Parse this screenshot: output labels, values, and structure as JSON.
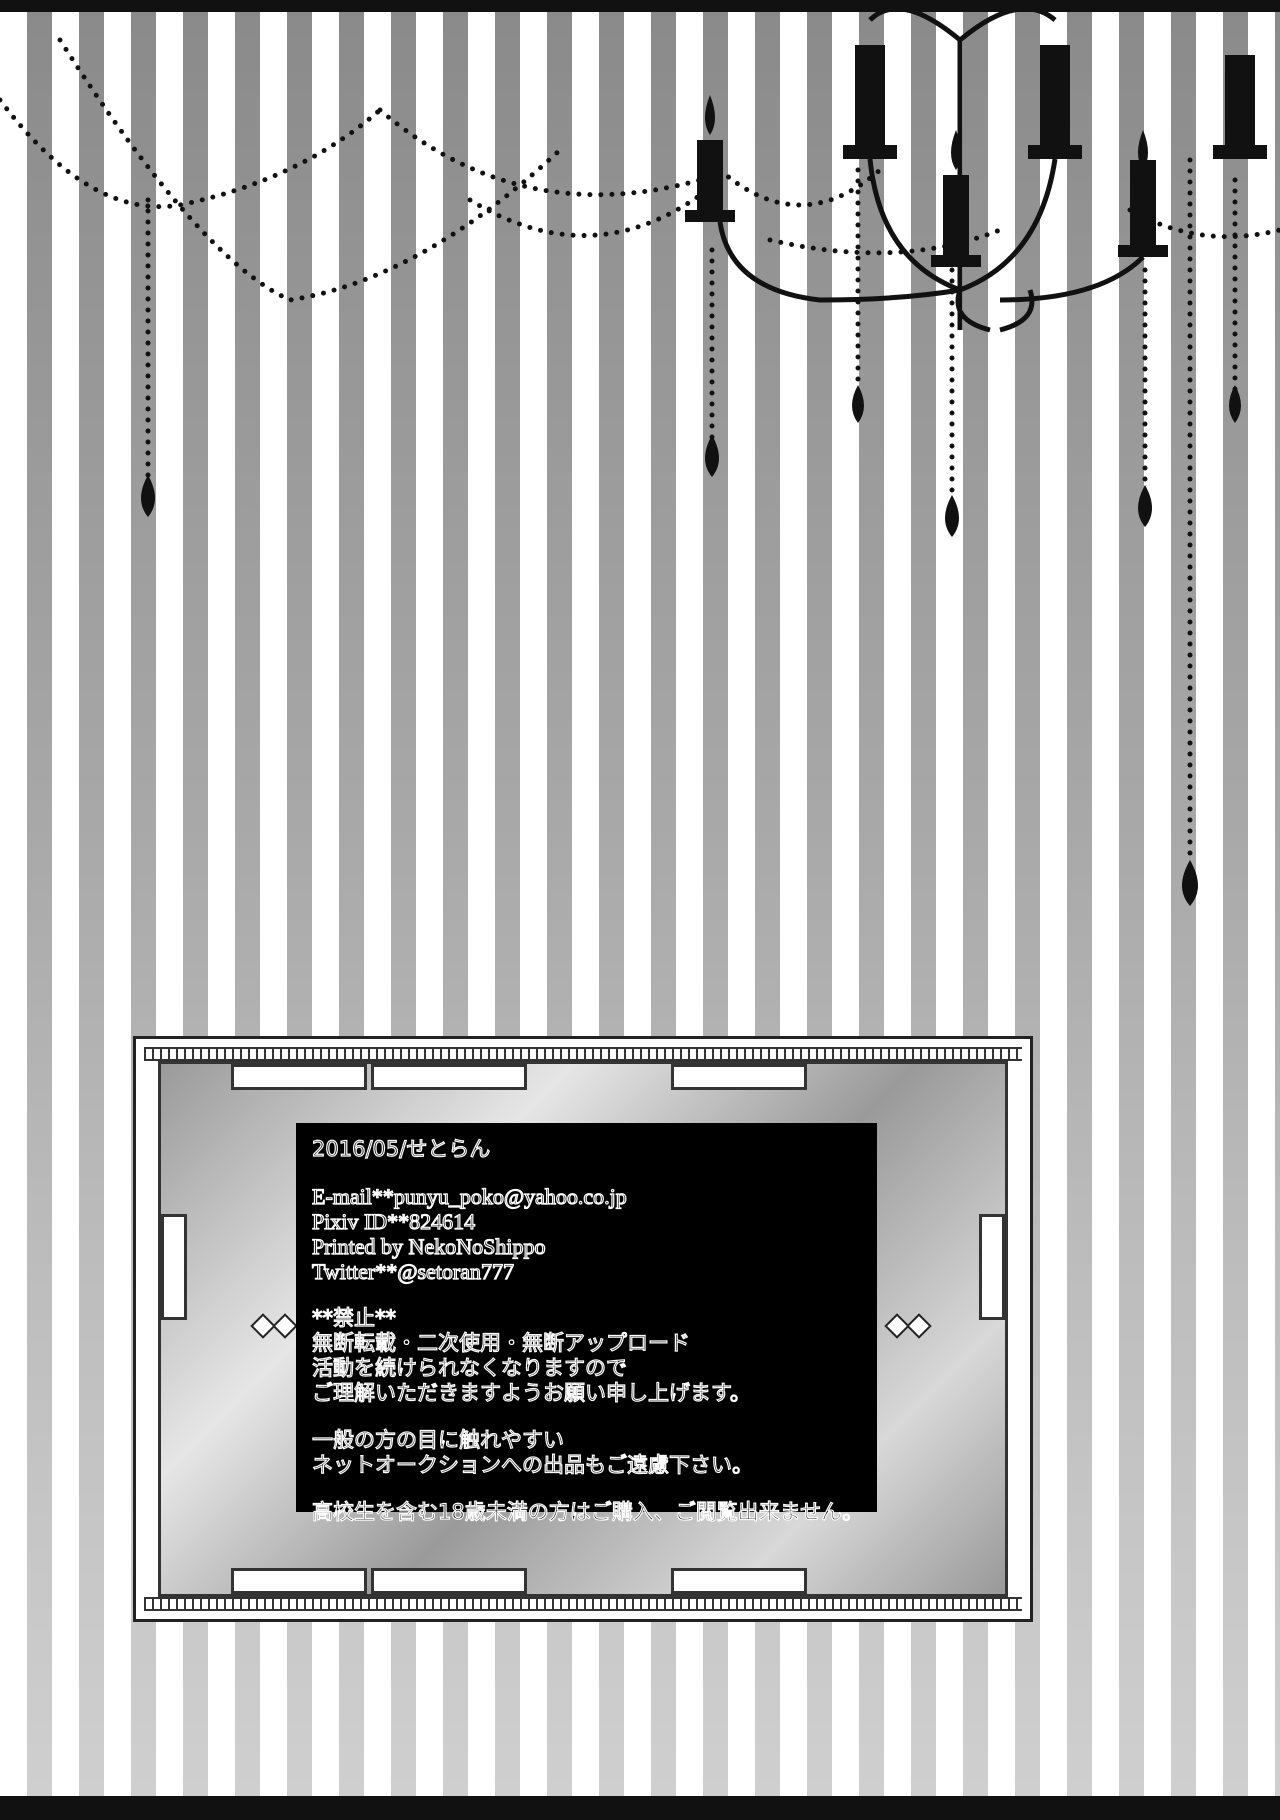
{
  "colophon": {
    "date_author": "2016/05/せとらん",
    "email": "E-mail**punyu_poko@yahoo.co.jp",
    "pixiv": "Pixiv  ID**824614",
    "printer": "Printed  by  NekoNoShippo",
    "twitter": "Twitter**@setoran777",
    "prohibited_title": "**禁止**",
    "prohibited_1": "無断転載・二次使用・無断アップロード",
    "prohibited_2": "活動を続けられなくなりますので",
    "prohibited_3": "ご理解いただきますようお願い申し上げます。",
    "notice_1": "一般の方の目に触れやすい",
    "notice_2": "ネットオークションへの出品もご遠慮下さい。",
    "age_notice": "高校生を含む18歳未満の方はご購入、ご閲覧出来ません。"
  },
  "colors": {
    "stripe_gray": "#a8a8a8",
    "ink": "#111111"
  }
}
